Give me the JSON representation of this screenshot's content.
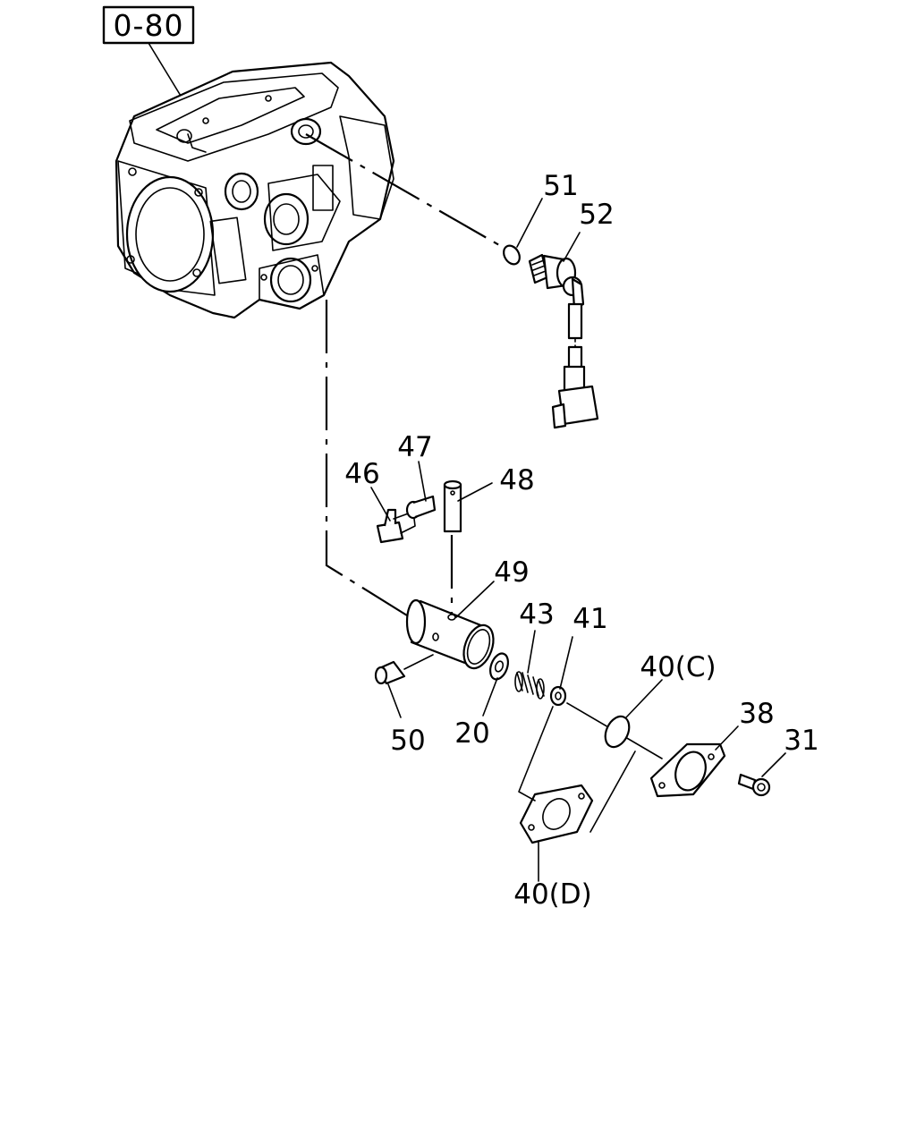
{
  "reference_box": "0-80",
  "callouts": {
    "p51": "51",
    "p52": "52",
    "p47": "47",
    "p46": "46",
    "p48": "48",
    "p49": "49",
    "p43": "43",
    "p41": "41",
    "p40c": "40(C)",
    "p38": "38",
    "p31": "31",
    "p50": "50",
    "p20": "20",
    "p40d": "40(D)"
  }
}
